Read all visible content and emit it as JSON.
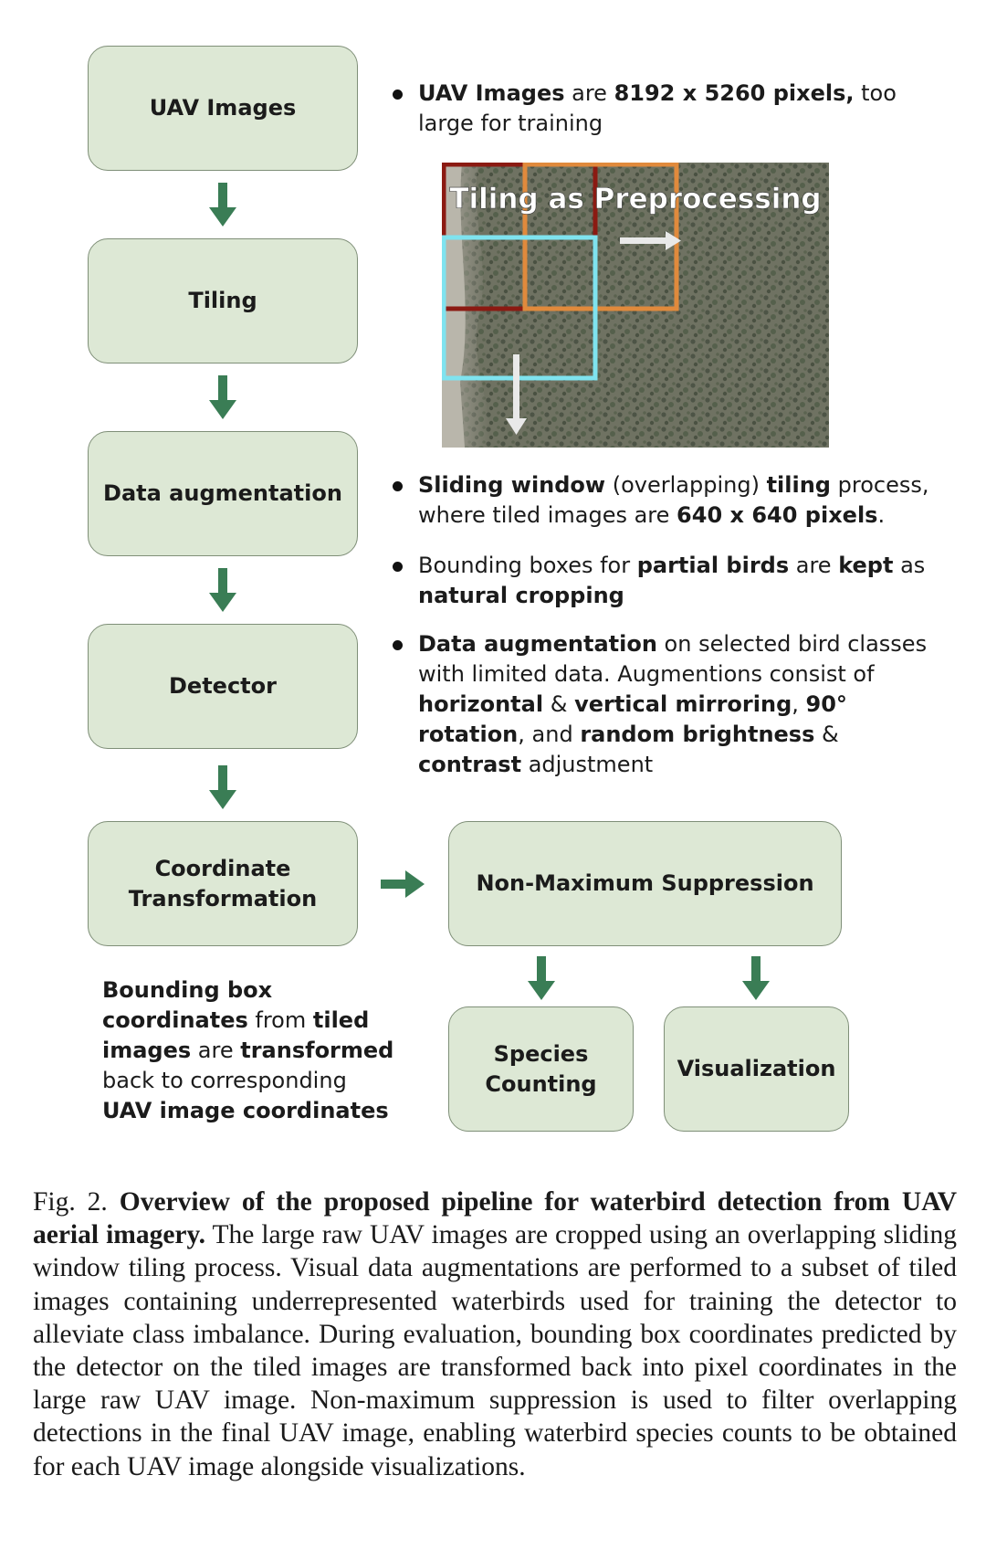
{
  "pipeline": {
    "uav_images": "UAV Images",
    "tiling": "Tiling",
    "data_augmentation": "Data augmentation",
    "detector": "Detector",
    "coordinate_transformation_l1": "Coordinate",
    "coordinate_transformation_l2": "Transformation",
    "nms": "Non-Maximum Suppression",
    "species_counting_l1": "Species",
    "species_counting_l2": "Counting",
    "visualization": "Visualization",
    "arrow_color": "#3a7d55",
    "box_fill": "#dde8d5"
  },
  "image": {
    "title": "Tiling as Preprocessing",
    "tile_colors": [
      "#8b1a12",
      "#e08a3c",
      "#7fe3ef"
    ]
  },
  "bullets": {
    "b1": {
      "p1": "UAV Images",
      "p2": " are ",
      "p3": "8192 x 5260 pixels,",
      "p4": " too large for training"
    },
    "b2": {
      "p1": "Sliding window",
      "p2": " (overlapping) ",
      "p3": "tiling",
      "p4": " process, where tiled images are ",
      "p5": "640 x 640 pixels",
      "p6": "."
    },
    "b3": {
      "p1": "Bounding boxes for ",
      "p2": "partial birds",
      "p3": " are ",
      "p4": "kept",
      "p5": " as ",
      "p6": "natural cropping"
    },
    "b4": {
      "p1": "Data augmentation",
      "p2": " on selected bird classes with limited data. Augmentions consist of ",
      "p3": "horizontal",
      "p4": " & ",
      "p5": "vertical mirroring",
      "p6": ",  ",
      "p7": "90° rotation",
      "p8": ", and ",
      "p9": "random brightness",
      "p10": " & ",
      "p11": "contrast",
      "p12": " adjustment"
    }
  },
  "note": {
    "p1": "Bounding box coordinates",
    "p2": " from ",
    "p3": "tiled images",
    "p4": " are ",
    "p5": "transformed",
    "p6": " back to corresponding ",
    "p7": "UAV image coordinates"
  },
  "caption": {
    "label": "Fig. 2.  ",
    "bold": "Overview of the proposed pipeline for waterbird detection from UAV aerial imagery.",
    "body": " The large raw UAV images are cropped using an overlapping sliding window tiling process. Visual data augmentations are performed to a subset of tiled images containing underrepresented waterbirds used for training the detector to alleviate class imbalance. During evaluation, bounding box coordinates predicted by the detector on the tiled images are transformed back into pixel coordinates in the large raw UAV image. Non-maximum suppression is used to filter overlapping detections in the final UAV image, enabling waterbird species counts to be obtained for each UAV image alongside visualizations."
  }
}
